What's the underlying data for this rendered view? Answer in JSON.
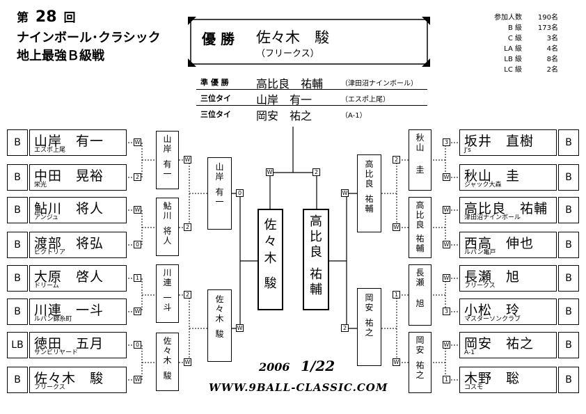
{
  "header": {
    "line1_prefix": "第",
    "line1_num": "28",
    "line1_suffix": "回",
    "line2": "ナインボール･クラシック",
    "line3": "地上最強Ｂ級戦"
  },
  "winner": {
    "label": "優 勝",
    "name": "佐々木　駿",
    "club": "（フリークス）"
  },
  "results": [
    {
      "label": "準 優 勝",
      "name": "高比良　祐輔",
      "club": "（津田沼ナインボール）"
    },
    {
      "label": "三位タイ",
      "name": "山岸　有一",
      "club": "（エスポ上尾）"
    },
    {
      "label": "三位タイ",
      "name": "岡安　祐之",
      "club": "（A-1）"
    }
  ],
  "stats": [
    {
      "label": "参加人数",
      "value": "190名"
    },
    {
      "label": "B 級",
      "value": "173名"
    },
    {
      "label": "C 級",
      "value": "3名"
    },
    {
      "label": "LA 級",
      "value": "4名"
    },
    {
      "label": "LB 級",
      "value": "8名"
    },
    {
      "label": "LC 級",
      "value": "2名"
    }
  ],
  "left_players": [
    {
      "grade": "B",
      "name": "山岸　有一",
      "club": "エスポ上尾",
      "score": "W"
    },
    {
      "grade": "B",
      "name": "中田　晃裕",
      "club": "栄光",
      "score": "2"
    },
    {
      "grade": "B",
      "name": "鮎川　将人",
      "club": "アンジュ",
      "score": "W"
    },
    {
      "grade": "B",
      "name": "渡部　将弘",
      "club": "ビクトリア",
      "score": "0"
    },
    {
      "grade": "B",
      "name": "大原　啓人",
      "club": "ドリーム",
      "score": "1"
    },
    {
      "grade": "B",
      "name": "川連　一斗",
      "club": "ルパン錦糸町",
      "score": "W"
    },
    {
      "grade": "LB",
      "name": "徳田　五月",
      "club": "サンビリヤード",
      "score": "0"
    },
    {
      "grade": "B",
      "name": "佐々木　駿",
      "club": "フリークス",
      "score": "W"
    }
  ],
  "right_players": [
    {
      "grade": "B",
      "name": "坂井　直樹",
      "club": "J's",
      "score": "3"
    },
    {
      "grade": "B",
      "name": "秋山　圭",
      "club": "ジャック大森",
      "score": "W"
    },
    {
      "grade": "B",
      "name": "高比良　祐輔",
      "club": "津田沼ナインボール",
      "score": "W"
    },
    {
      "grade": "B",
      "name": "西高　伸也",
      "club": "ルパン亀戸",
      "score": "W"
    },
    {
      "grade": "B",
      "name": "長瀬　旭",
      "club": "フリークス",
      "score": "W"
    },
    {
      "grade": "B",
      "name": "小松　玲",
      "club": "マスターソンクラブ",
      "score": "3"
    },
    {
      "grade": "B",
      "name": "岡安　祐之",
      "club": "A-1",
      "score": "W"
    },
    {
      "grade": "B",
      "name": "木野　聡",
      "club": "コスモ",
      "score": "1"
    }
  ],
  "left_r2": [
    {
      "c1": "山",
      "c2": "岸",
      "c3": "有",
      "c4": "一",
      "score": "W"
    },
    {
      "c1": "鮎",
      "c2": "川",
      "c3": "将",
      "c4": "人",
      "score": "2"
    },
    {
      "c1": "川",
      "c2": "連",
      "c3": "一",
      "c4": "斗",
      "score": "2"
    },
    {
      "c1": "佐",
      "c2": "々",
      "c3": "木",
      "c4": "駿",
      "score": "W"
    }
  ],
  "right_r2": [
    {
      "c1": "秋",
      "c2": "山",
      "c3": "",
      "c4": "圭",
      "score": "2"
    },
    {
      "c1": "高",
      "c2": "比",
      "c3": "良",
      "c4": "祐",
      "c5": "輔",
      "score": "W"
    },
    {
      "c1": "長",
      "c2": "瀬",
      "c3": "",
      "c4": "旭",
      "score": "1"
    },
    {
      "c1": "岡",
      "c2": "安",
      "c3": "",
      "c4": "祐",
      "c5": "之",
      "score": "W"
    }
  ],
  "left_r3": [
    {
      "c1": "山",
      "c2": "岸",
      "c3": "有",
      "c4": "一",
      "score": "0"
    },
    {
      "c1": "佐",
      "c2": "々",
      "c3": "木",
      "c4": "駿",
      "score": "W"
    }
  ],
  "right_r3": [
    {
      "c1": "高",
      "c2": "比",
      "c3": "良",
      "c4": "祐",
      "c5": "輔",
      "score": "W"
    },
    {
      "c1": "岡",
      "c2": "安",
      "c3": "",
      "c4": "祐",
      "c5": "之",
      "score": "2"
    }
  ],
  "final": {
    "left": {
      "c1": "佐",
      "c2": "々",
      "c3": "木",
      "c4": "駿",
      "score": "W"
    },
    "right": {
      "c1": "高",
      "c2": "比",
      "c3": "良",
      "c4": "祐",
      "c5": "輔",
      "score": "2"
    }
  },
  "footer": {
    "date": "2006",
    "date2": "1/22",
    "url": "WWW.9BALL-CLASSIC.COM"
  }
}
